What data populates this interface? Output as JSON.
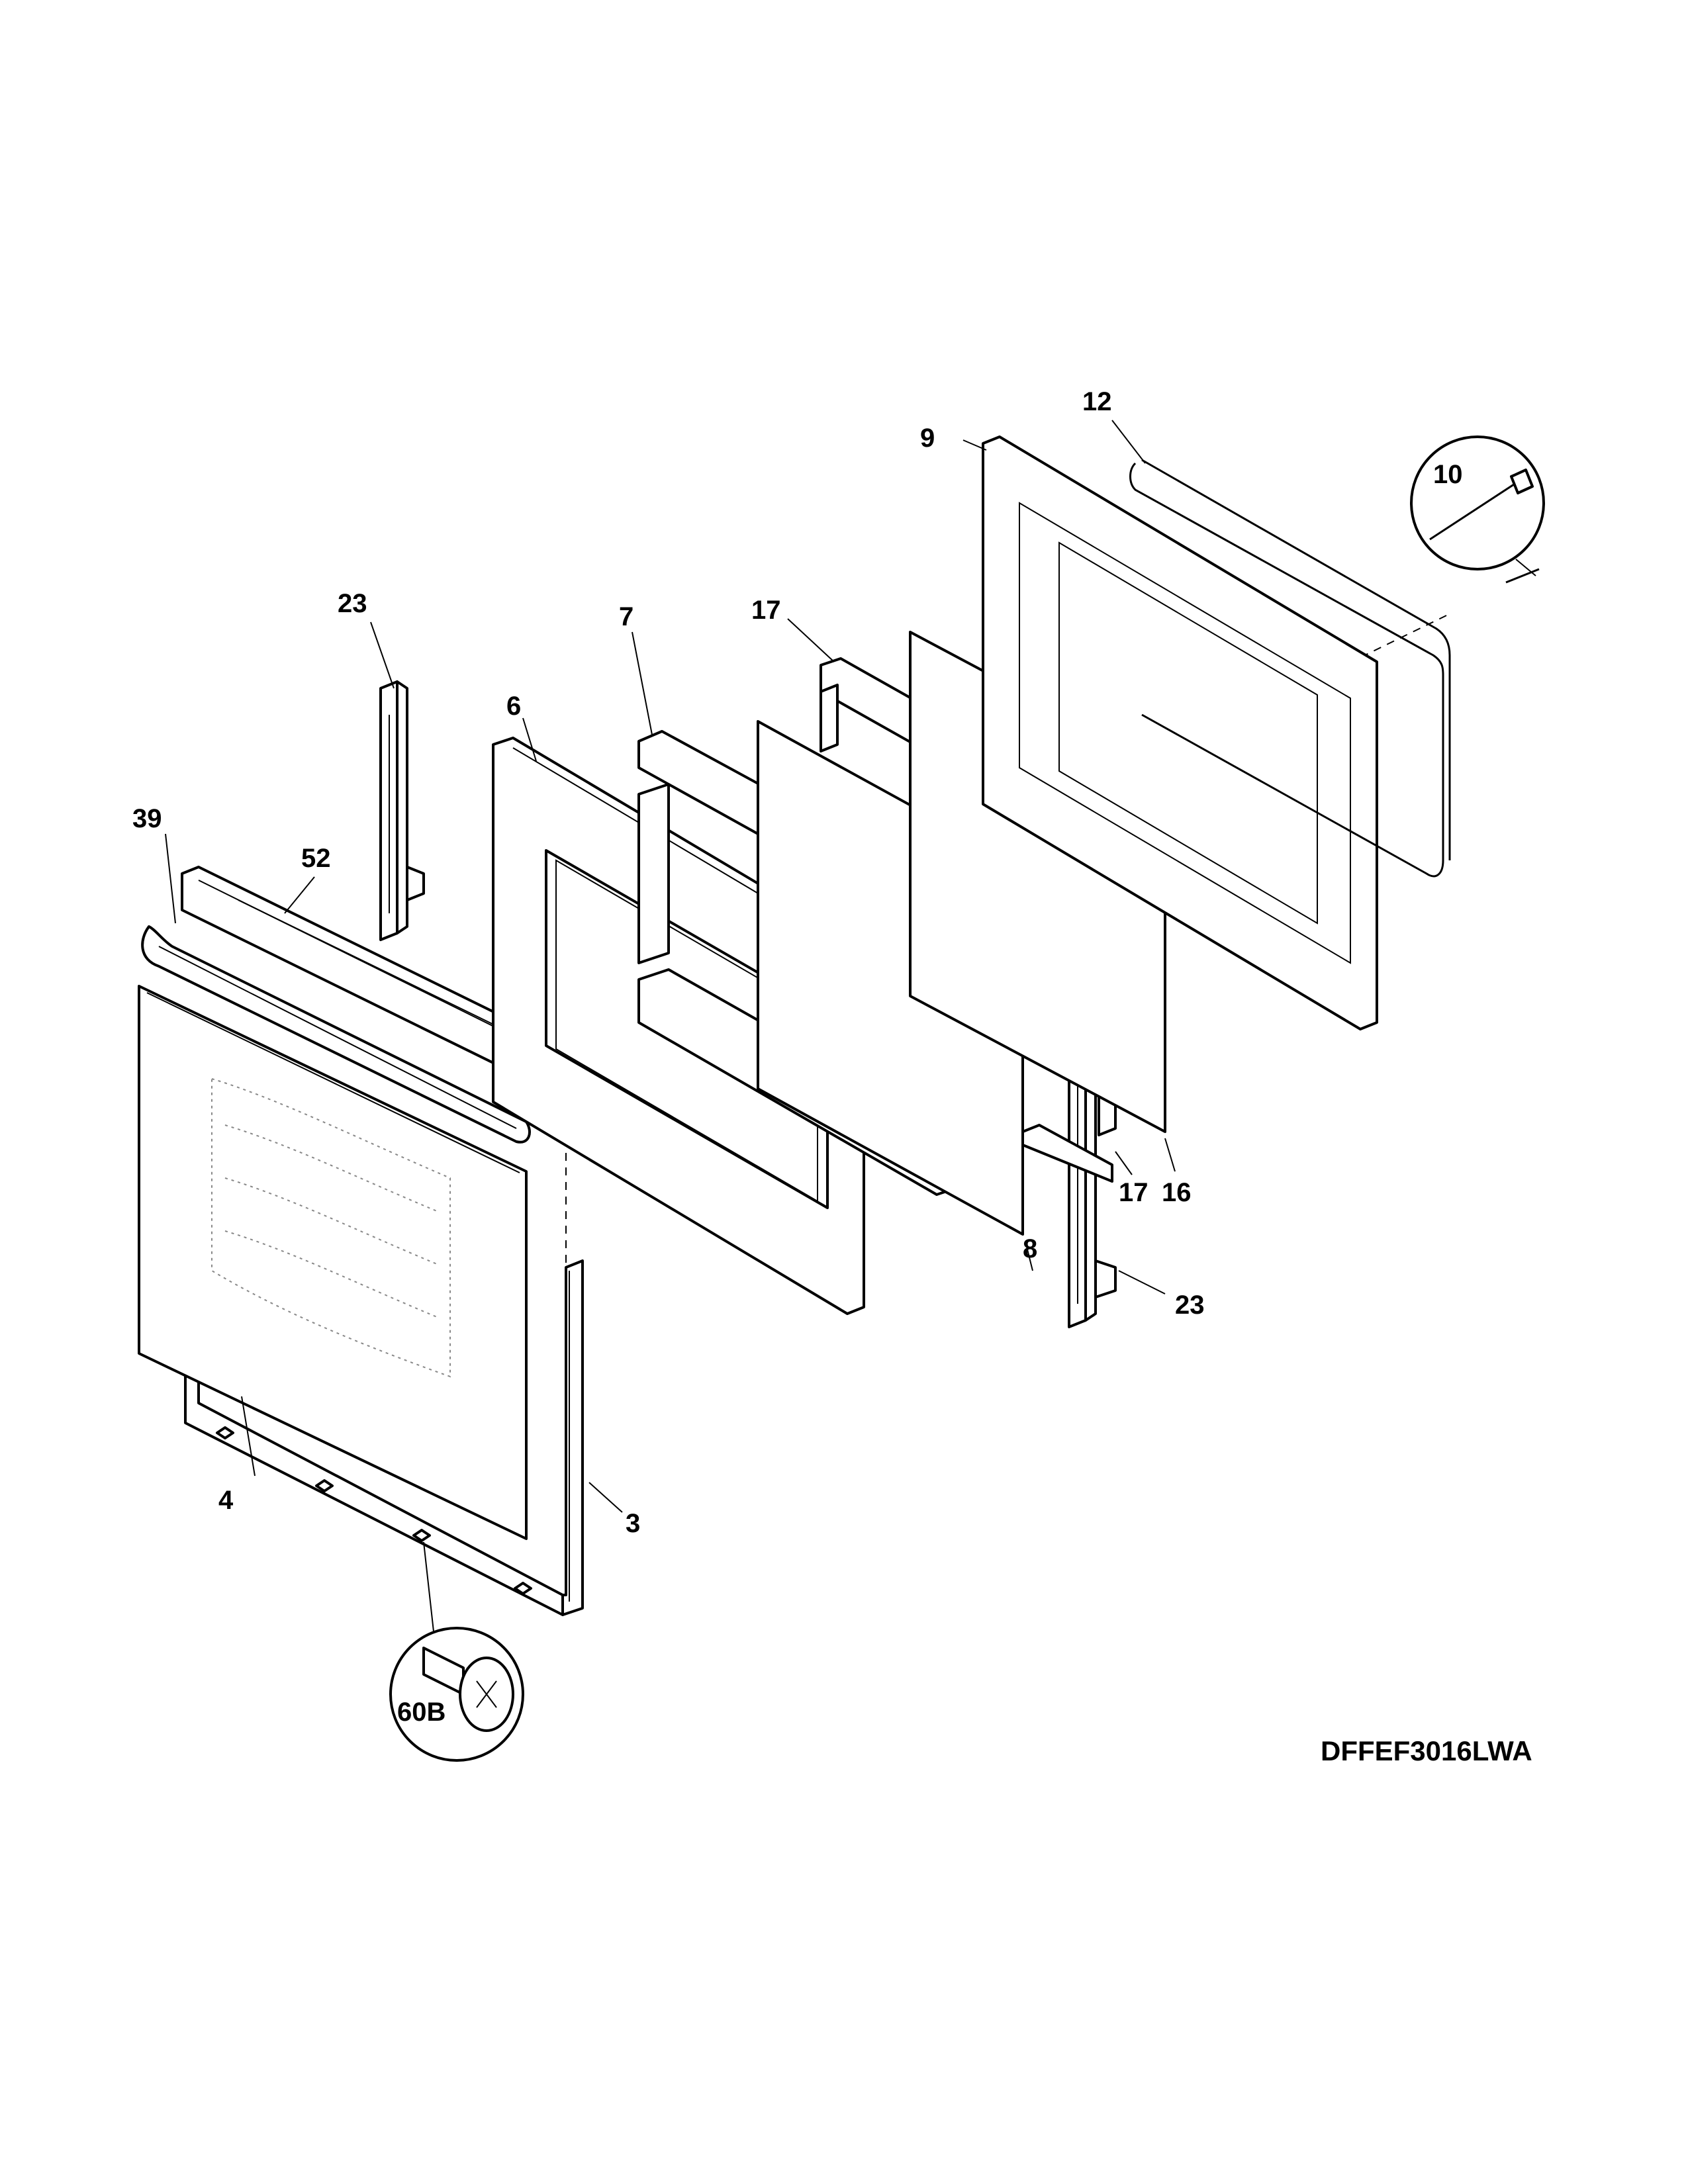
{
  "model_code": "DFFEF3016LWA",
  "callouts": {
    "c3": "3",
    "c4": "4",
    "c6": "6",
    "c7": "7",
    "c8": "8",
    "c9": "9",
    "c10": "10",
    "c12": "12",
    "c16": "16",
    "c17a": "17",
    "c17b": "17",
    "c23a": "23",
    "c23b": "23",
    "c39": "39",
    "c52": "52",
    "c60b": "60B"
  }
}
